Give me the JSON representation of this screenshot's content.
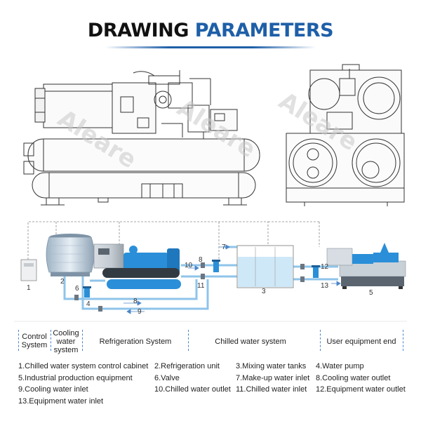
{
  "header": {
    "title_part1": "DRAWING ",
    "title_part2": "PARAMETERS"
  },
  "watermark": "Aleare",
  "labels": {
    "n1": "1",
    "n2": "2",
    "n3": "3",
    "n4": "4",
    "n5": "5",
    "n6": "6",
    "n7": "7",
    "n8": "8",
    "n9": "9",
    "n10": "10",
    "n11": "11",
    "n12": "12",
    "n13": "13"
  },
  "categories": {
    "control": [
      "Control",
      "System"
    ],
    "cooling": [
      "Cooling",
      "water",
      "system"
    ],
    "refrigeration": "Refrigeration System",
    "chilled": "Chilled water system",
    "user": "User equipment end"
  },
  "legend": [
    "1.Chilled water system control cabinet",
    "2.Refrigeration unit",
    "3.Mixing water tanks",
    "4.Water pump",
    "5.Industrial production equipment",
    "6.Valve",
    "7.Make-up water inlet",
    "8.Cooling water outlet",
    "9.Cooling water inlet",
    "10.Chilled water outlet",
    "11.Chilled water inlet",
    "12.Equipment water outlet",
    "13.Equipment water inlet"
  ],
  "colors": {
    "title_blue": "#1e5fa8",
    "equipment_blue": "#2a8fd8",
    "pipe_blue": "#8fc4ea"
  }
}
